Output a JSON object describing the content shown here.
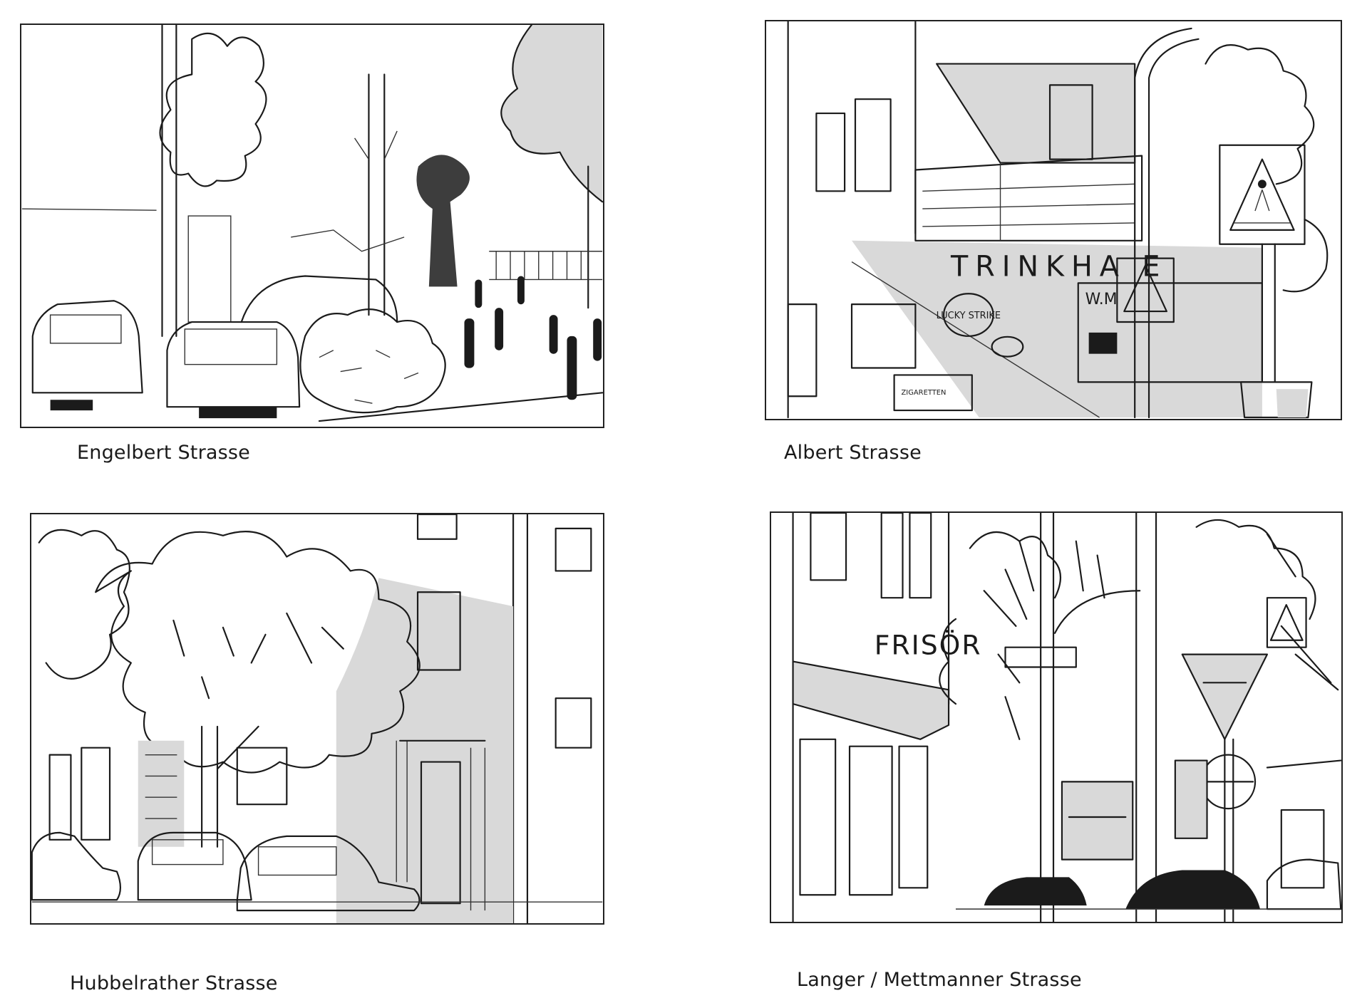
{
  "sketches": [
    {
      "caption": "Engelbert Strasse"
    },
    {
      "caption": "Albert Strasse",
      "signs": {
        "kiosk": "TRINKHA E",
        "poster": "LUCKY STRIKE",
        "shop": "W.M",
        "box_label": "ZIGARETTEN"
      }
    },
    {
      "caption": "Hubbelrather Strasse"
    },
    {
      "caption": "Langer / Mettmanner Strasse",
      "signs": {
        "salon": "FRISÖR"
      }
    }
  ]
}
